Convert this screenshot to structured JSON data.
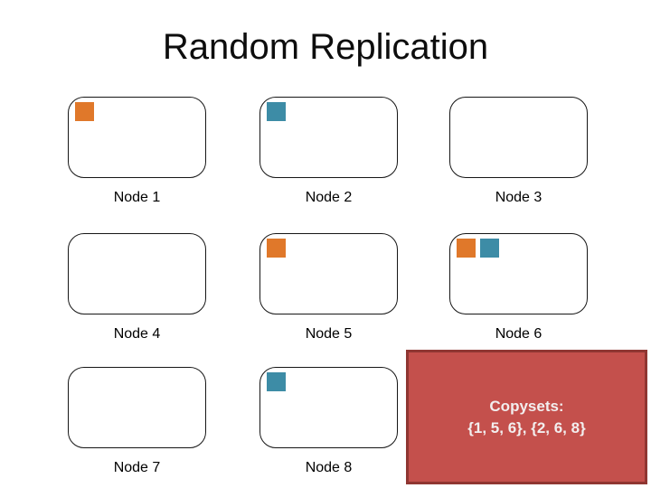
{
  "slide": {
    "title": "Random Replication",
    "colors": {
      "orange": "#e0782a",
      "teal": "#3d8ca6",
      "copysets_fill": "#c4504c",
      "copysets_border": "#8f3632",
      "copysets_text": "#f2eeee"
    },
    "nodes": [
      {
        "label": "Node 1",
        "blocks": [
          "orange"
        ]
      },
      {
        "label": "Node 2",
        "blocks": [
          "teal"
        ]
      },
      {
        "label": "Node 3",
        "blocks": []
      },
      {
        "label": "Node 4",
        "blocks": []
      },
      {
        "label": "Node 5",
        "blocks": [
          "orange"
        ]
      },
      {
        "label": "Node 6",
        "blocks": [
          "orange",
          "teal"
        ]
      },
      {
        "label": "Node 7",
        "blocks": []
      },
      {
        "label": "Node 8",
        "blocks": [
          "teal"
        ]
      }
    ],
    "copysets": {
      "heading": "Copysets:",
      "sets": "{1, 5, 6}, {2, 6, 8}"
    }
  }
}
